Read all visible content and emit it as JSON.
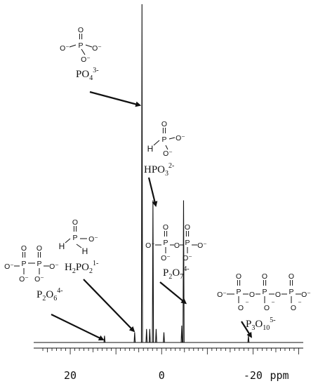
{
  "chart_data": {
    "type": "line",
    "title": "",
    "xlabel": "ppm",
    "ylabel": "",
    "x_reversed": true,
    "xlim": [
      28,
      -31
    ],
    "xticks": [
      20,
      0,
      -20
    ],
    "tick_labels": [
      "20",
      "0",
      "-20"
    ],
    "grid": false,
    "peaks": [
      {
        "x": 12.5,
        "height": 0.02
      },
      {
        "x": 5.9,
        "height": 0.03
      },
      {
        "x": 4.3,
        "height": 1.0
      },
      {
        "x": 3.3,
        "height": 0.04
      },
      {
        "x": 2.6,
        "height": 0.04
      },
      {
        "x": 1.9,
        "height": 0.42
      },
      {
        "x": 1.2,
        "height": 0.04
      },
      {
        "x": -0.5,
        "height": 0.03
      },
      {
        "x": -4.4,
        "height": 0.05
      },
      {
        "x": -4.8,
        "height": 0.42
      },
      {
        "x": -19.0,
        "height": 0.02
      }
    ],
    "annotations": [
      {
        "main": "PO",
        "sub": "4",
        "sup": "3-",
        "peak_x": 4.3
      },
      {
        "main": "HPO",
        "sub": "3",
        "sup": "2-",
        "peak_x": 1.9
      },
      {
        "main": "H",
        "sub": "2",
        "mid": "PO",
        "sub2": "2",
        "sup": "1-",
        "peak_x": 5.9
      },
      {
        "main": "P",
        "sub": "2",
        "mid": "O",
        "sub2": "7",
        "sup": "4-",
        "peak_x": -4.8
      },
      {
        "main": "P",
        "sub": "2",
        "mid": "O",
        "sub2": "6",
        "sup": "4-",
        "peak_x": 12.5
      },
      {
        "main": "P",
        "sub": "3",
        "mid": "O",
        "sub2": "10",
        "sup": "5-",
        "peak_x": -19.0
      }
    ],
    "structure_text": {
      "oxygen": "O",
      "oxide": "O⁻",
      "phosphorus": "P",
      "hydrogen": "H",
      "minus": "⁻"
    }
  }
}
